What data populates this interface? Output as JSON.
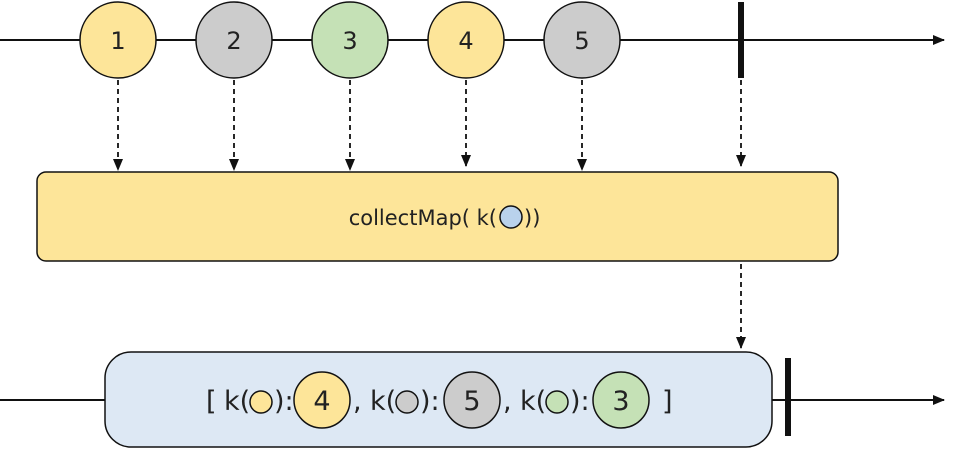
{
  "colors": {
    "yellow": "#fde599",
    "gray": "#cccccc",
    "green": "#c5e1b6",
    "blue": "#b9d2ec",
    "operator_fill": "#fde599",
    "result_fill": "#dde8f4",
    "stroke": "#111111"
  },
  "source": {
    "marbles": [
      {
        "label": "1",
        "color": "yellow"
      },
      {
        "label": "2",
        "color": "gray"
      },
      {
        "label": "3",
        "color": "green"
      },
      {
        "label": "4",
        "color": "yellow"
      },
      {
        "label": "5",
        "color": "gray"
      }
    ]
  },
  "operator": {
    "text_before": "collectMap( k(",
    "text_after": "))",
    "arg_color": "blue"
  },
  "result": {
    "open": "[",
    "close": "]",
    "key_prefix": "k(",
    "key_suffix": "):",
    "separator": ",",
    "entries": [
      {
        "key_color": "yellow",
        "value": "4",
        "value_color": "yellow"
      },
      {
        "key_color": "gray",
        "value": "5",
        "value_color": "gray"
      },
      {
        "key_color": "green",
        "value": "3",
        "value_color": "green"
      }
    ]
  }
}
